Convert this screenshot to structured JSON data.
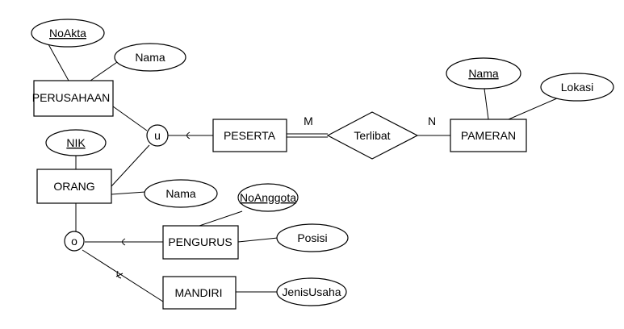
{
  "entities": {
    "perusahaan": "PERUSAHAAN",
    "orang": "ORANG",
    "peserta": "PESERTA",
    "pameran": "PAMERAN",
    "pengurus": "PENGURUS",
    "mandiri": "MANDIRI"
  },
  "attributes": {
    "noakta": "NoAkta",
    "perusahaan_nama": "Nama",
    "nik": "NIK",
    "orang_nama": "Nama",
    "pameran_nama": "Nama",
    "lokasi": "Lokasi",
    "noanggota": "NoAnggota",
    "posisi": "Posisi",
    "jenisusaha": "JenisUsaha"
  },
  "relationships": {
    "terlibat": "Terlibat"
  },
  "cardinality": {
    "peserta_side": "M",
    "pameran_side": "N"
  },
  "specialization": {
    "union": "u",
    "overlap": "o"
  }
}
